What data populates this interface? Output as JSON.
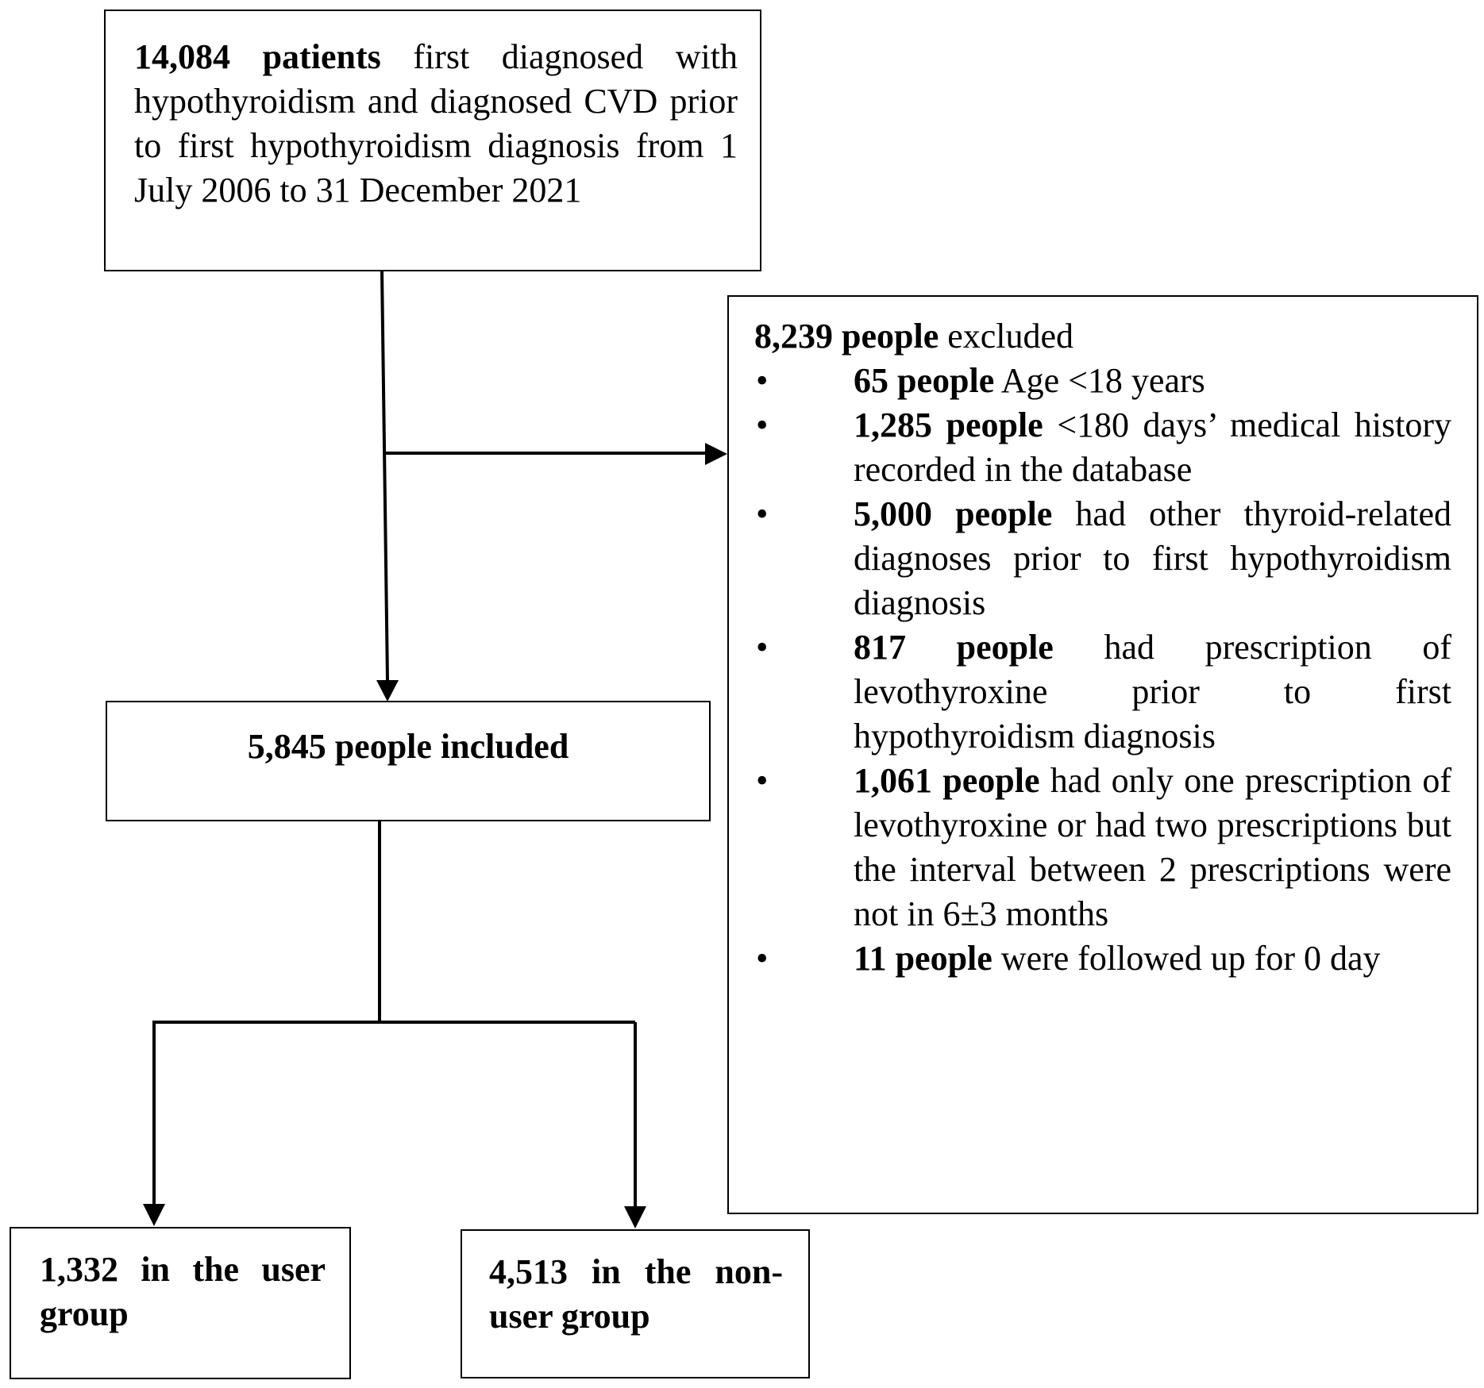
{
  "start": {
    "count": "14,084 patients",
    "text": " first diagnosed with hypothyroidism and diagnosed CVD prior to first hypothyroidism diagnosis from 1 July 2006 to 31 December 2021"
  },
  "excluded": {
    "count": "8,239 people",
    "text": " excluded",
    "bullet": "•",
    "items": [
      {
        "count": "65 people",
        "text": " Age <18 years"
      },
      {
        "count": "1,285 people",
        "text": " <180 days’ medical history recorded in the database"
      },
      {
        "count": "5,000 people",
        "text": " had other thyroid-related diagnoses prior to first hypothyroidism diagnosis"
      },
      {
        "count": "817 people",
        "text": " had prescription of levothyroxine prior to first hypothyroidism diagnosis"
      },
      {
        "count": "1,061 people",
        "text": " had only one prescription of levothyroxine or had two prescriptions but the interval between 2 prescriptions were not in 6±3 months"
      },
      {
        "count": "11 people",
        "text": " were followed up for 0 day"
      }
    ]
  },
  "included": {
    "text": "5,845 people included"
  },
  "user_group": {
    "text": "1,332 in the user group"
  },
  "nonuser_group": {
    "text": "4,513 in the non-user group"
  }
}
